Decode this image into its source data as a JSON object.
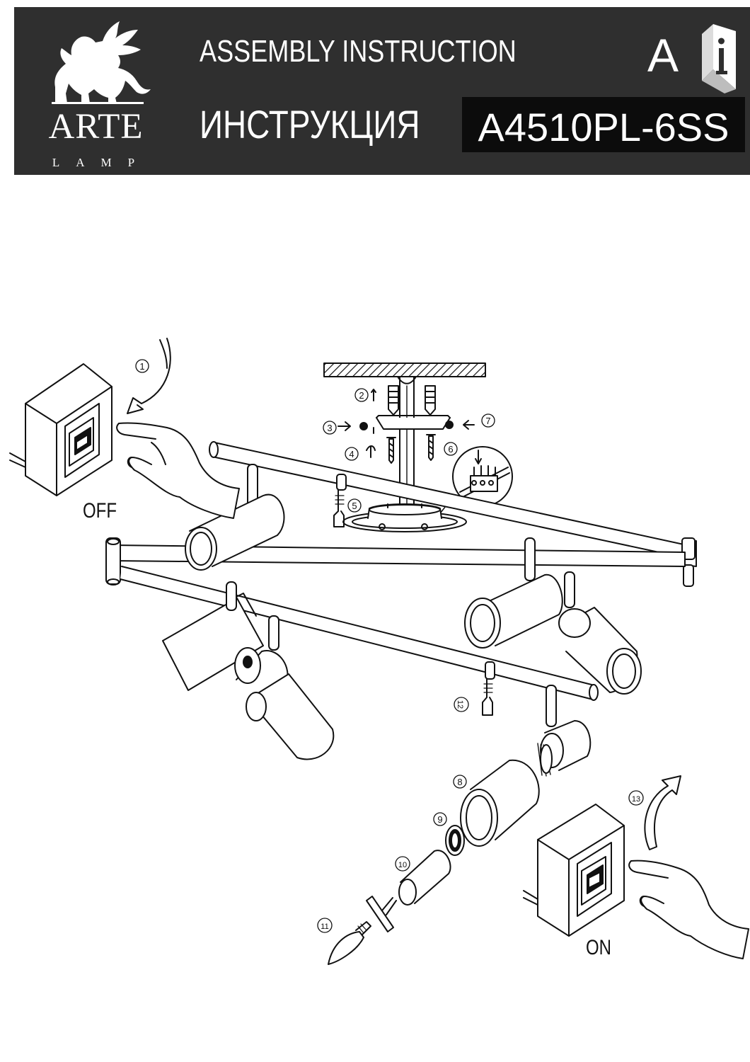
{
  "header": {
    "brand": "ARTE",
    "brand_sub": "LAMP",
    "title_en": "ASSEMBLY INSTRUCTION",
    "title_ru": "ИНСТРУКЦИЯ",
    "model": "A4510PL-6SS",
    "language_letter": "A",
    "manual_icon": "info-manual-icon"
  },
  "switch_labels": {
    "off": "OFF",
    "on": "ON"
  },
  "steps": [
    "1",
    "2",
    "3",
    "4",
    "5",
    "6",
    "7",
    "8",
    "9",
    "10",
    "11",
    "12",
    "13"
  ],
  "colors": {
    "header_bg": "#2f2f2f",
    "model_box_bg": "#0c0c0c",
    "line": "#111111"
  }
}
